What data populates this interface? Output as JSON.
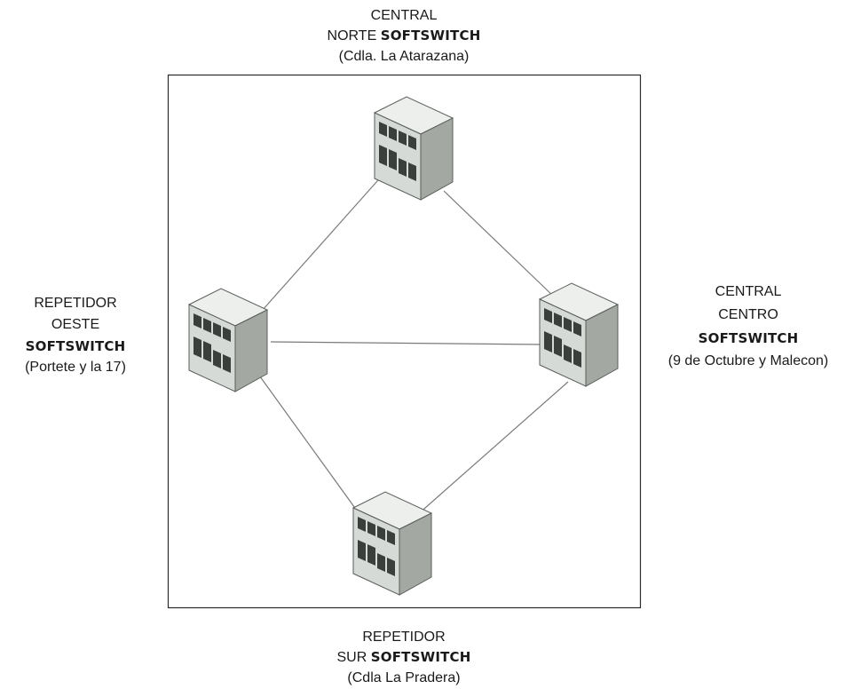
{
  "colors": {
    "frame": "#2b2b2b",
    "link": "#7a7a7a",
    "building_top": "#e9ece9",
    "building_front": "#d4d8d4",
    "building_side": "#9fa49f",
    "window": "#3b3f3b"
  },
  "nodes": {
    "norte": {
      "line1": "CENTRAL",
      "line2_prefix": "NORTE ",
      "line2_bold": "SOFTSWITCH",
      "line3": "(Cdla. La Atarazana)",
      "icon": "building-icon"
    },
    "oeste": {
      "line1": "REPETIDOR",
      "line2": "OESTE",
      "line3_bold": "SOFTSWITCH",
      "line4": "(Portete y la 17)",
      "icon": "building-icon"
    },
    "centro": {
      "line1": "CENTRAL",
      "line2": "CENTRO",
      "line3_bold": "SOFTSWITCH",
      "line4": "(9 de Octubre y Malecon)",
      "icon": "building-icon"
    },
    "sur": {
      "line1": "REPETIDOR",
      "line2_prefix": "SUR ",
      "line2_bold": "SOFTSWITCH",
      "line3": "(Cdla La Pradera)",
      "icon": "building-icon"
    }
  },
  "links": [
    {
      "from": "norte",
      "to": "oeste"
    },
    {
      "from": "norte",
      "to": "centro"
    },
    {
      "from": "oeste",
      "to": "centro"
    },
    {
      "from": "oeste",
      "to": "sur"
    },
    {
      "from": "centro",
      "to": "sur"
    }
  ]
}
